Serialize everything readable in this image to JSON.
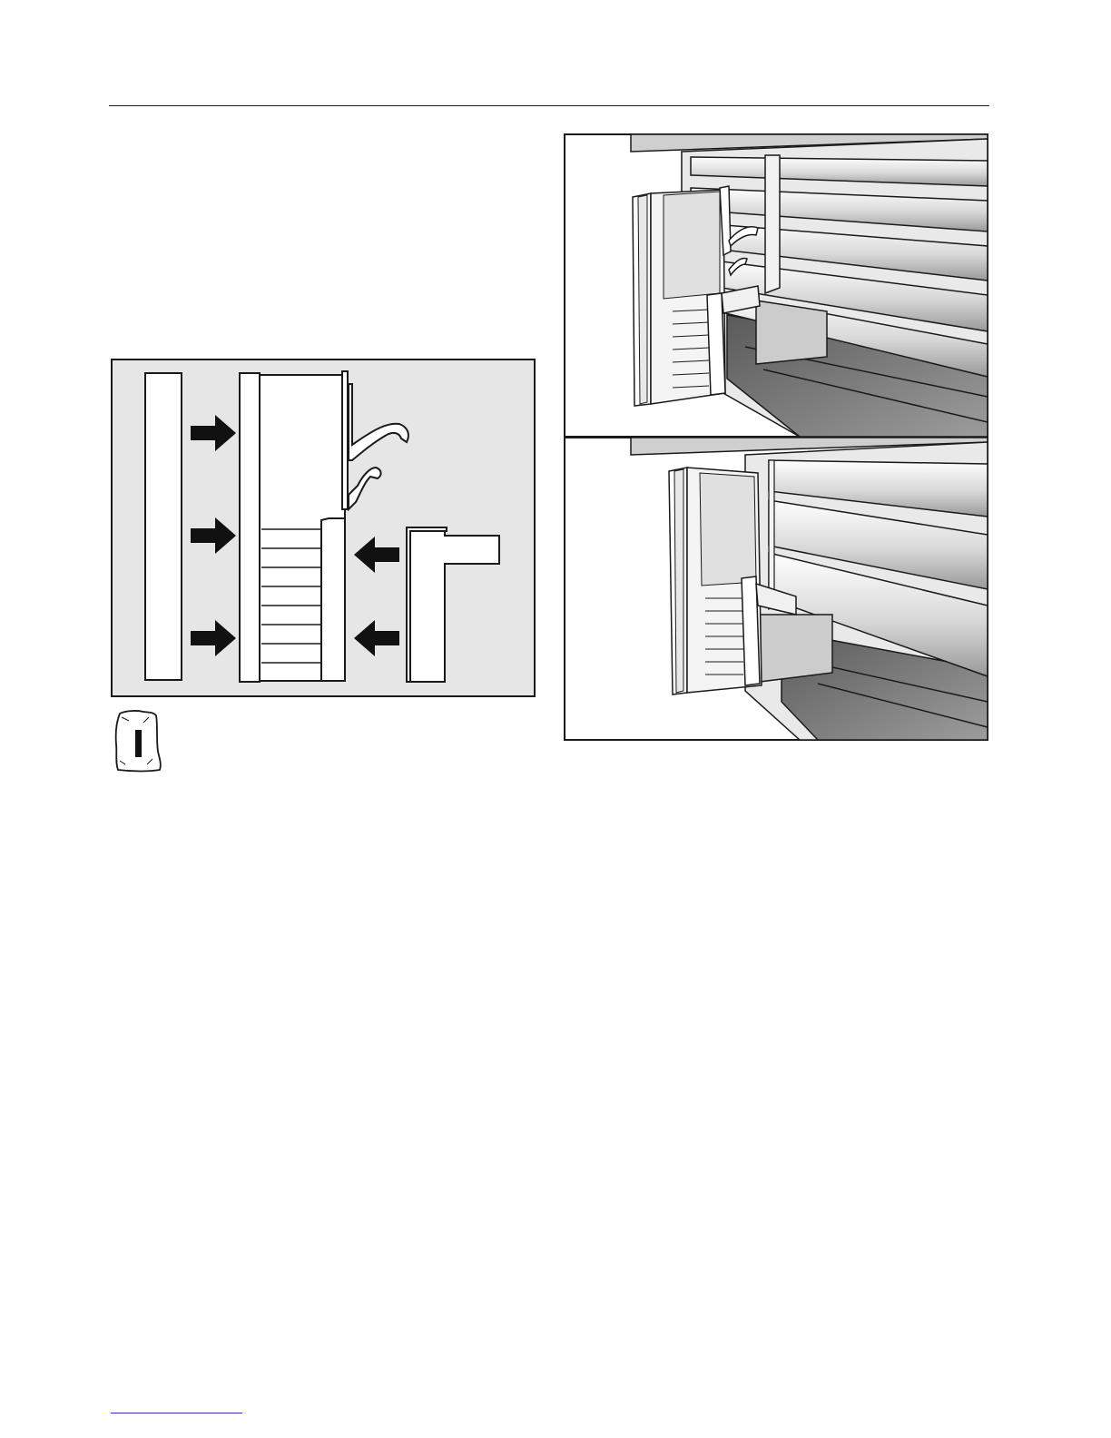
{
  "page": {
    "figures": [
      {
        "id": "assembly",
        "icon": "assembly-diagram"
      },
      {
        "id": "parts-bag",
        "icon": "parts-bag-icon"
      },
      {
        "id": "top",
        "icon": "fitting-before-photo"
      },
      {
        "id": "bottom",
        "icon": "fitting-after-photo"
      }
    ]
  },
  "colors": {
    "panel_fill": "#e6e6e6",
    "line": "#1a1a1a",
    "arrow": "#111111",
    "footer_link": "#2f2fb5"
  }
}
